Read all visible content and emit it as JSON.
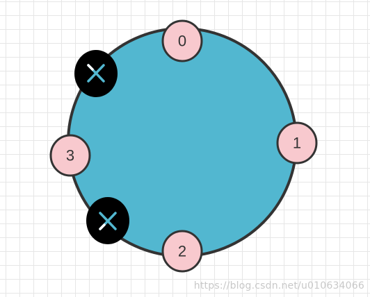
{
  "ring": {
    "fill": "#52b7d0",
    "stroke": "#333333"
  },
  "nodes": [
    {
      "label": "0",
      "fill": "#f8c9ce"
    },
    {
      "label": "1",
      "fill": "#f8c9ce"
    },
    {
      "label": "2",
      "fill": "#f8c9ce"
    },
    {
      "label": "3",
      "fill": "#f8c9ce"
    }
  ],
  "failed_nodes": [
    {
      "icon": "x-icon",
      "fill": "#000000",
      "mark_color": "#52b7d0"
    },
    {
      "icon": "x-icon",
      "fill": "#000000",
      "mark_color": "#52b7d0"
    }
  ],
  "watermark": "https://blog.csdn.net/u010634066"
}
